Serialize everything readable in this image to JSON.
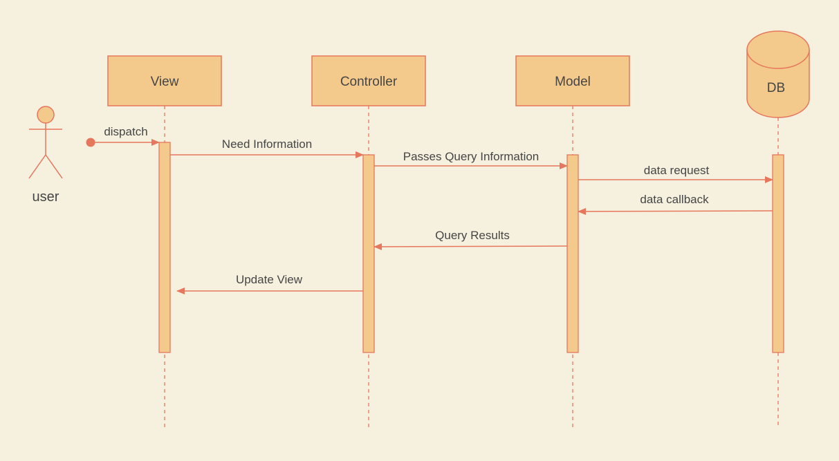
{
  "colors": {
    "background": "#f6f1df",
    "fill": "#f4ca8c",
    "stroke": "#e6765c",
    "text": "#454545"
  },
  "actor": {
    "label": "user"
  },
  "participants": {
    "view": "View",
    "controller": "Controller",
    "model": "Model",
    "db": "DB"
  },
  "messages": {
    "dispatch": "dispatch",
    "need_information": "Need Information",
    "passes_query_information": "Passes Query Information",
    "data_request": "data request",
    "data_callback": "data callback",
    "query_results": "Query Results",
    "update_view": "Update View"
  }
}
